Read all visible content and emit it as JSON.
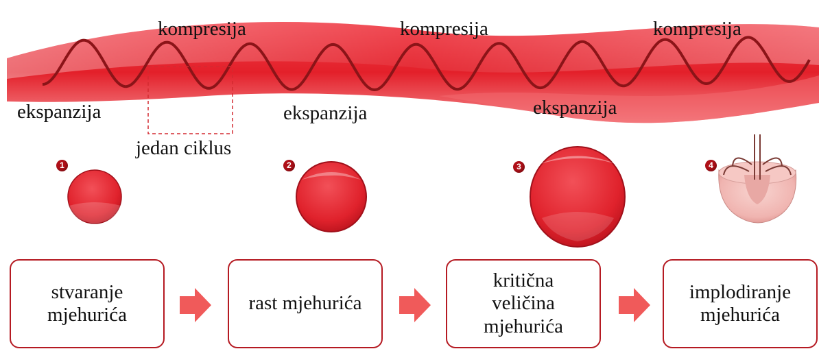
{
  "wave": {
    "compression_labels": [
      "kompresija",
      "kompresija",
      "kompresija"
    ],
    "expansion_labels": [
      "ekspanzija",
      "ekspanzija",
      "ekspanzija"
    ],
    "cycle_label": "jedan ciklus",
    "band_color": "#e8222c",
    "curve_color": "#8b1418"
  },
  "bubbles": {
    "numbers": [
      "1",
      "2",
      "3",
      "4"
    ],
    "color": "#e0262f"
  },
  "steps": [
    {
      "label": "stvaranje\nmjehurića"
    },
    {
      "label": "rast mjehurića"
    },
    {
      "label": "kritična\nveličina\nmjehurića"
    },
    {
      "label": "implodiranje\nmjehurića"
    }
  ],
  "arrow_color": "#f05a5a",
  "box_border_color": "#b51a22"
}
